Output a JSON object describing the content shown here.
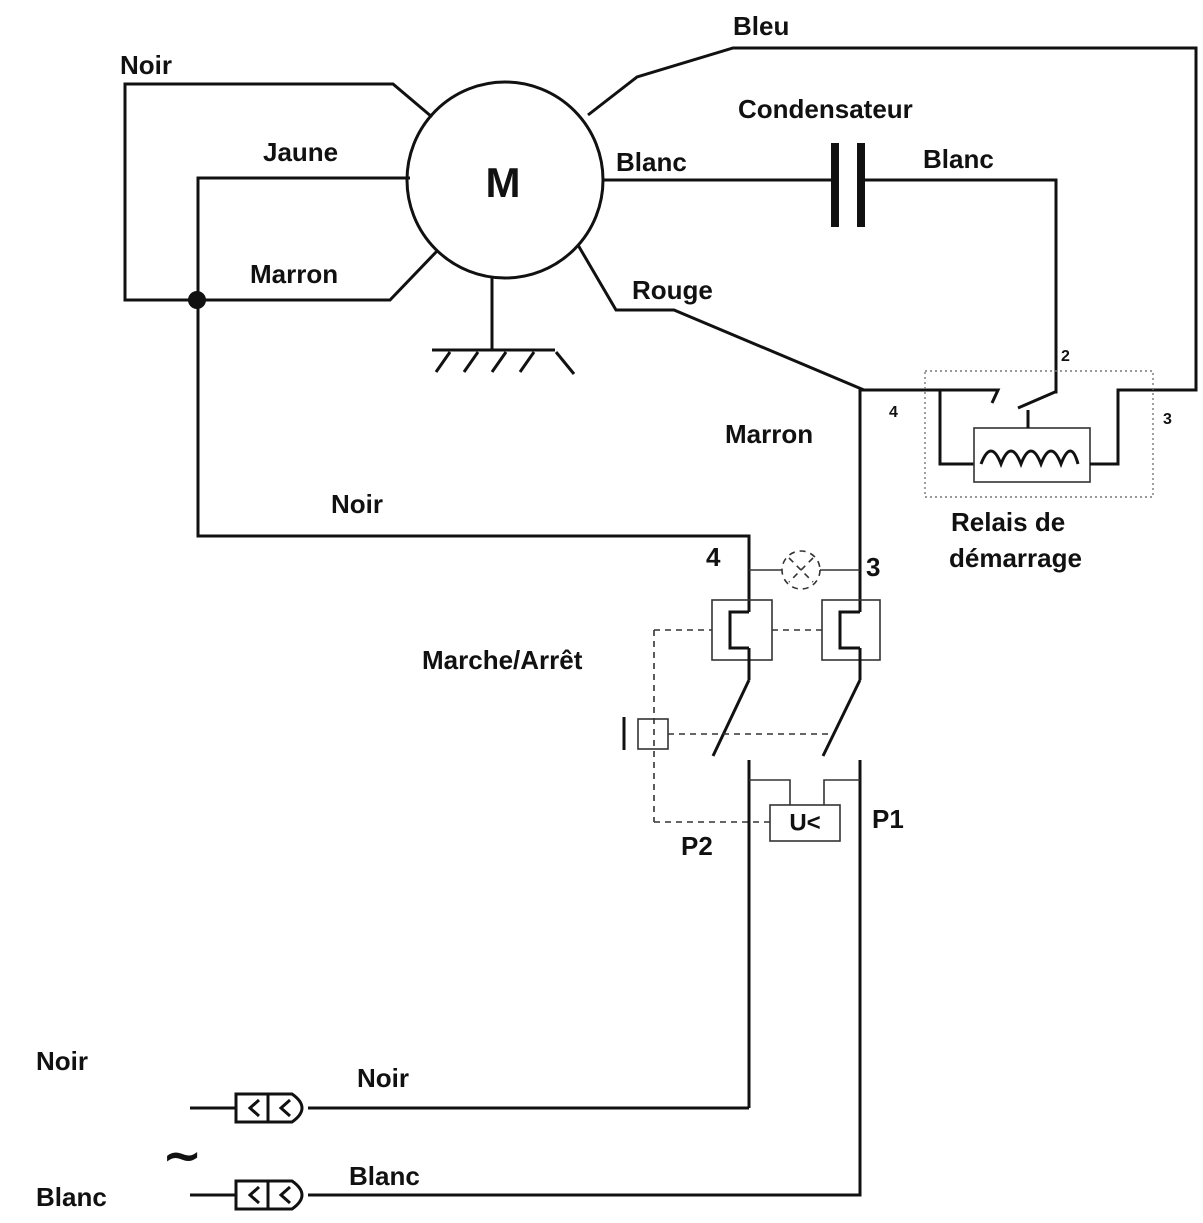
{
  "motor": {
    "symbol": "M"
  },
  "wires": {
    "noir_top": "Noir",
    "jaune": "Jaune",
    "marron_motor": "Marron",
    "bleu": "Bleu",
    "blanc_motor": "Blanc",
    "rouge": "Rouge",
    "blanc_relay": "Blanc",
    "marron_relay": "Marron",
    "noir_middle": "Noir",
    "noir_plug": "Noir",
    "blanc_plug": "Blanc"
  },
  "capacitor": {
    "label": "Condensateur"
  },
  "relay": {
    "label_line1": "Relais de",
    "label_line2": "démarrage",
    "terminal_2": "2",
    "terminal_3": "3",
    "terminal_4": "4"
  },
  "switch": {
    "label": "Marche/Arrêt",
    "terminal_4": "4",
    "terminal_3": "3",
    "undervoltage": "U<",
    "pole_p1": "P1",
    "pole_p2": "P2"
  },
  "supply": {
    "noir": "Noir",
    "blanc": "Blanc",
    "tilde": "~"
  }
}
